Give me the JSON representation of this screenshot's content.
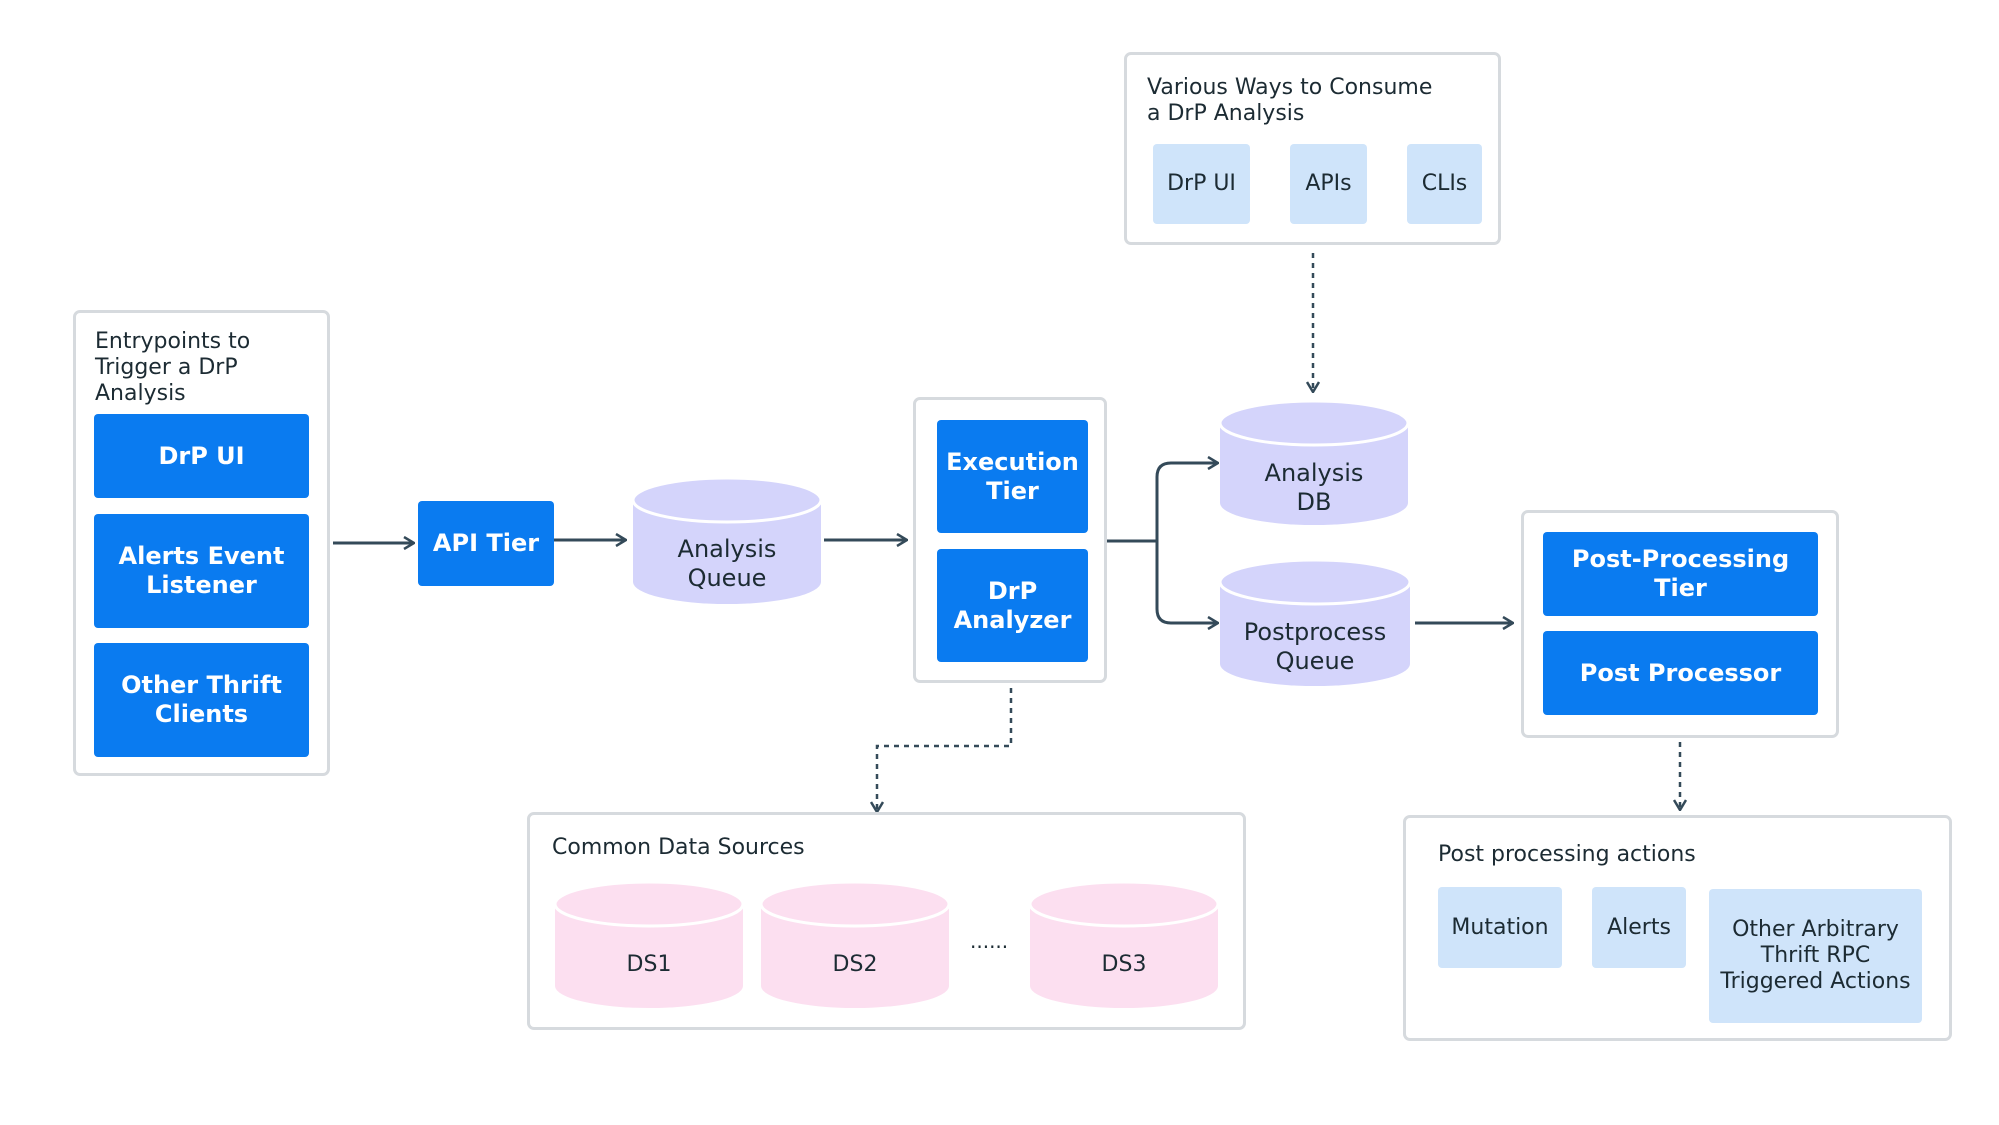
{
  "colors": {
    "accent_blue": "#0a7bf0",
    "light_blue": "#cfe4fa",
    "queue_purple": "#d4d4fb",
    "datasource_pink": "#fcdff0",
    "panel_border": "#d6dade",
    "line": "#344a59"
  },
  "entrypoints": {
    "title": "Entrypoints to\nTrigger a DrP\nAnalysis",
    "items": [
      "DrP UI",
      "Alerts Event\nListener",
      "Other Thrift\nClients"
    ]
  },
  "api_tier": "API Tier",
  "analysis_queue": "Analysis\nQueue",
  "executor": {
    "execution_tier": "Execution\nTier",
    "drp_analyzer": "DrP\nAnalyzer"
  },
  "consume": {
    "title": "Various Ways to Consume\na DrP Analysis",
    "items": [
      "DrP UI",
      "APIs",
      "CLIs"
    ]
  },
  "analysis_db": "Analysis\nDB",
  "postprocess_queue": "Postprocess\nQueue",
  "post_processing": {
    "tier": "Post-Processing Tier",
    "processor": "Post Processor"
  },
  "data_sources": {
    "title": "Common Data Sources",
    "items": [
      "DS1",
      "DS2",
      "DS3"
    ],
    "ellipsis": "......"
  },
  "post_actions": {
    "title": "Post processing actions",
    "items": [
      "Mutation",
      "Alerts",
      "Other Arbitrary\nThrift RPC\nTriggered Actions"
    ]
  }
}
